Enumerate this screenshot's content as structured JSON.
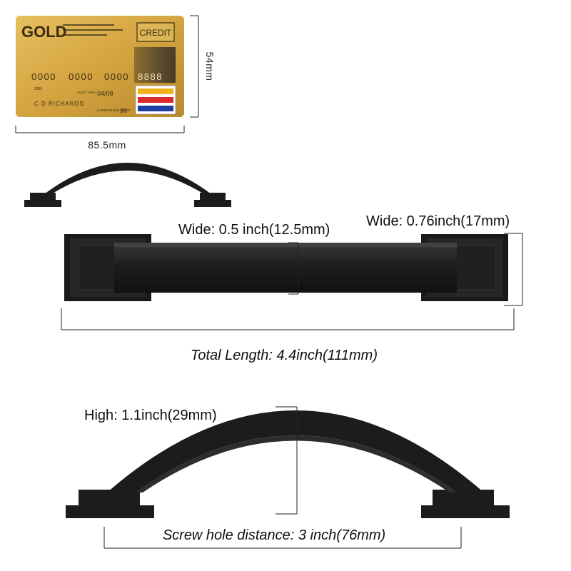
{
  "card": {
    "brand": "GOLD",
    "type": "CREDIT",
    "number_groups": [
      "0000",
      "0000",
      "0000",
      "8888"
    ],
    "small_number": "0000",
    "valid_thru_label": "VALID THRU",
    "valid_thru": "04/08",
    "holder_name": "C D RICHARDS",
    "cardholder_since_label": "CARDHOLDER SINCE",
    "cardholder_since": "90",
    "stripe_colors": [
      "#f2b21b",
      "#d92a2a",
      "#1d3fa3"
    ]
  },
  "dimensions": {
    "card_height": "54mm",
    "card_width": "85.5mm",
    "handle_width_mid": "Wide: 0.5 inch(12.5mm)",
    "handle_width_end": "Wide: 0.76inch(17mm)",
    "total_length": "Total Length: 4.4inch(111mm)",
    "height": "High: 1.1inch(29mm)",
    "screw_distance": "Screw hole distance: 3 inch(76mm)"
  },
  "colors": {
    "handle": "#1c1c1c",
    "handle_face": "#2a2a2a",
    "card_gold": "#d4a441",
    "dimension_line": "#222222"
  }
}
